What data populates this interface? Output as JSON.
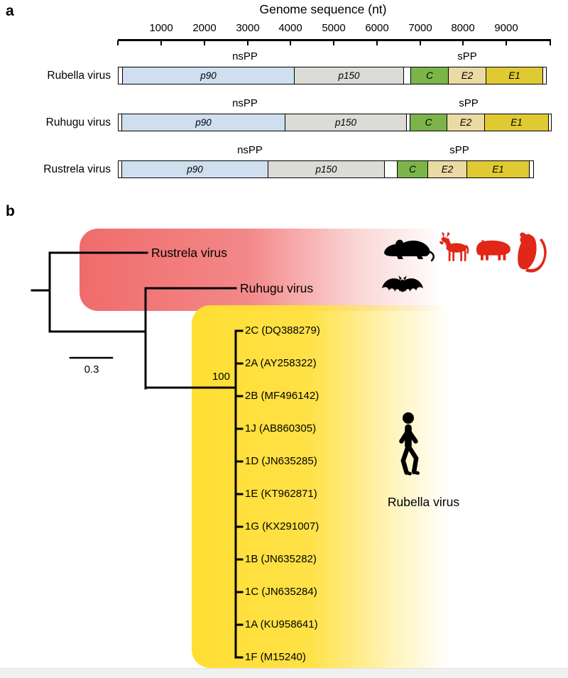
{
  "panels": {
    "a": "a",
    "b": "b"
  },
  "genome_axis": {
    "title": "Genome sequence (nt)",
    "tick_labels": [
      "1000",
      "2000",
      "3000",
      "4000",
      "5000",
      "6000",
      "7000",
      "8000",
      "9000"
    ]
  },
  "genomes": [
    {
      "name": "Rubella virus",
      "nspp": "nsPP",
      "spp": "sPP",
      "segments": {
        "p90": "p90",
        "p150": "p150",
        "capsid": "C",
        "e2": "E2",
        "e1": "E1"
      }
    },
    {
      "name": "Ruhugu virus",
      "nspp": "nsPP",
      "spp": "sPP",
      "segments": {
        "p90": "p90",
        "p150": "p150",
        "capsid": "C",
        "e2": "E2",
        "e1": "E1"
      }
    },
    {
      "name": "Rustrela virus",
      "nspp": "nsPP",
      "spp": "sPP",
      "segments": {
        "p90": "p90",
        "p150": "p150",
        "capsid": "C",
        "e2": "E2",
        "e1": "E1"
      }
    }
  ],
  "tree": {
    "rustrela_label": "Rustrela virus",
    "ruhugu_label": "Ruhugu virus",
    "rubella_label": "Rubella virus",
    "bootstrap_label": "100",
    "scale_bar_label": "0.3",
    "strains": [
      "2C (DQ388279)",
      "2A (AY258322)",
      "2B (MF496142)",
      "1J (AB860305)",
      "1D (JN635285)",
      "1E (KT962871)",
      "1G (KX291007)",
      "1B (JN635282)",
      "1C (JN635284)",
      "1A (KU958641)",
      "1F (M15240)"
    ]
  },
  "icons": {
    "rustrela_hosts": [
      "mouse-icon",
      "donkey-icon",
      "capybara-icon",
      "rat-icon"
    ],
    "ruhugu_host": "bat-icon",
    "rubella_host": "walking-human-icon"
  },
  "colors": {
    "p90": "#cfdff0",
    "p150": "#dcdcd6",
    "capsid": "#7cb44a",
    "e2": "#ecdaa4",
    "e1": "#e0ca33",
    "segment_gap": "#ffffff",
    "rustrela_highlight": "#ef5f5f",
    "rubella_highlight": "#ffde33",
    "host_icon_red": "#e02718",
    "silhouette_black": "#000000"
  }
}
